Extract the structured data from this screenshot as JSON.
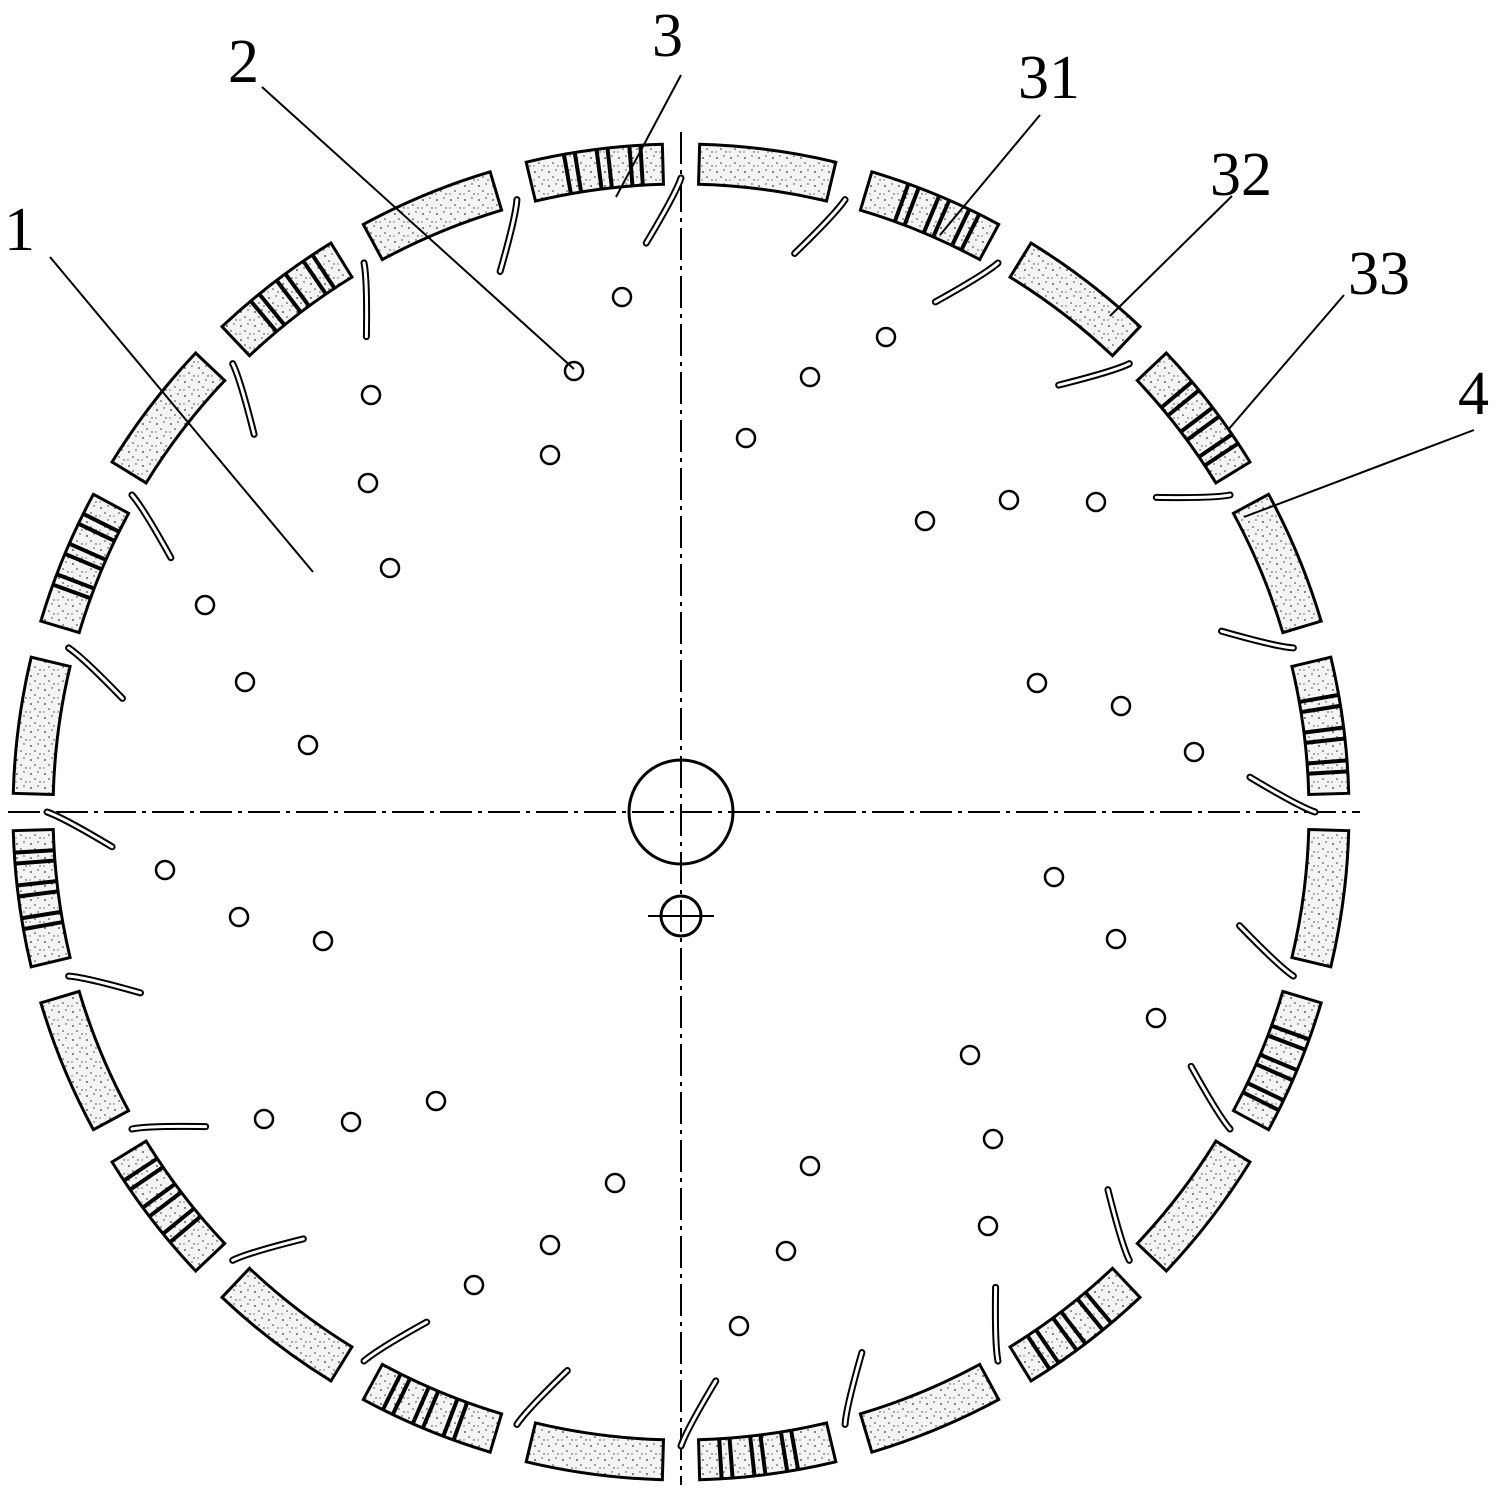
{
  "figure": {
    "labels": [
      {
        "id": "1",
        "text": "1"
      },
      {
        "id": "2",
        "text": "2"
      },
      {
        "id": "3",
        "text": "3"
      },
      {
        "id": "31",
        "text": "31"
      },
      {
        "id": "32",
        "text": "32"
      },
      {
        "id": "33",
        "text": "33"
      },
      {
        "id": "4",
        "text": "4"
      }
    ]
  },
  "colors": {
    "stroke": "#000000",
    "background": "#ffffff",
    "segment_fill": "#f2f2f2"
  },
  "icons": {
    "segment": "diamond-segment-shape",
    "hole": "cooling-hole-shape",
    "slot": "keyhole-slot-shape"
  }
}
